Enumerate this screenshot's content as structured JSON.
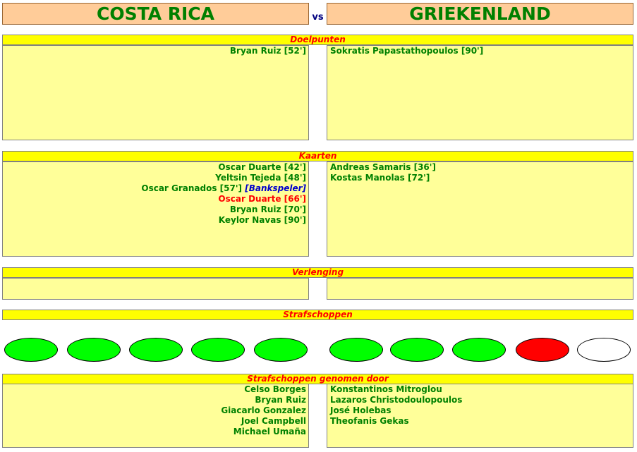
{
  "header": {
    "home_team": "COSTA RICA",
    "vs_label": "vs",
    "away_team": "GRIEKENLAND"
  },
  "sections": {
    "goals_title": "Doelpunten",
    "cards_title": "Kaarten",
    "extra_time_title": "Verlenging",
    "penalties_title": "Strafschoppen",
    "penalty_takers_title": "Strafschoppen genomen door"
  },
  "goals": {
    "home": [
      "Bryan Ruiz [52']"
    ],
    "away": [
      "Sokratis Papastathopoulos [90']"
    ]
  },
  "cards": {
    "home": [
      {
        "text": "Oscar Duarte [42']",
        "note": "",
        "color": "green"
      },
      {
        "text": "Yeltsin Tejeda [48']",
        "note": "",
        "color": "green"
      },
      {
        "text": "Oscar Granados [57']",
        "note": "[Bankspeler]",
        "color": "green"
      },
      {
        "text": "Oscar Duarte [66']",
        "note": "",
        "color": "red"
      },
      {
        "text": "Bryan Ruiz [70']",
        "note": "",
        "color": "green"
      },
      {
        "text": "Keylor Navas [90']",
        "note": "",
        "color": "green"
      }
    ],
    "away": [
      {
        "text": "Andreas Samaris [36']",
        "note": "",
        "color": "green"
      },
      {
        "text": "Kostas Manolas [72']",
        "note": "",
        "color": "green"
      }
    ]
  },
  "penalty_results": {
    "home": [
      "scored",
      "scored",
      "scored",
      "scored",
      "scored"
    ],
    "away": [
      "scored",
      "scored",
      "scored",
      "missed",
      "not_taken"
    ],
    "colors": {
      "scored": "#00ff00",
      "missed": "#ff0000",
      "not_taken": "#ffffff"
    }
  },
  "penalty_takers": {
    "home": [
      "Celso Borges",
      "Bryan Ruiz",
      "Giacarlo Gonzalez",
      "Joel Campbell",
      "Michael Umaña"
    ],
    "away": [
      "Konstantinos Mitroglou",
      "Lazaros Christodoulopoulos",
      "José Holebas",
      "Theofanis Gekas"
    ]
  }
}
